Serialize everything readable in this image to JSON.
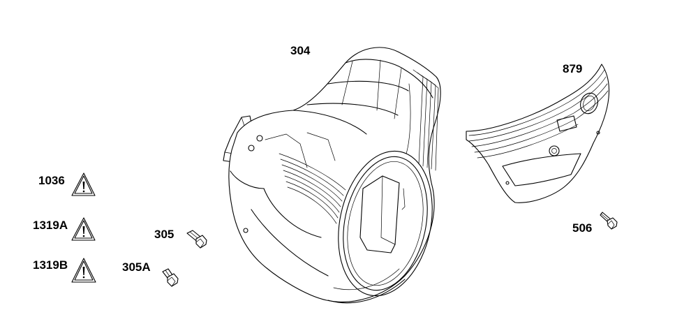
{
  "diagram": {
    "parts": [
      {
        "id": "304",
        "label": "304",
        "description": "blower housing"
      },
      {
        "id": "879",
        "label": "879",
        "description": "cover panel"
      },
      {
        "id": "305",
        "label": "305",
        "description": "screw"
      },
      {
        "id": "305A",
        "label": "305A",
        "description": "screw"
      },
      {
        "id": "506",
        "label": "506",
        "description": "screw"
      }
    ],
    "warnings": [
      {
        "id": "1036",
        "label": "1036",
        "icon": "warning-triangle-icon"
      },
      {
        "id": "1319A",
        "label": "1319A",
        "icon": "warning-triangle-icon"
      },
      {
        "id": "1319B",
        "label": "1319B",
        "icon": "warning-triangle-icon"
      }
    ],
    "line_color": "#000000",
    "background": "#ffffff"
  }
}
